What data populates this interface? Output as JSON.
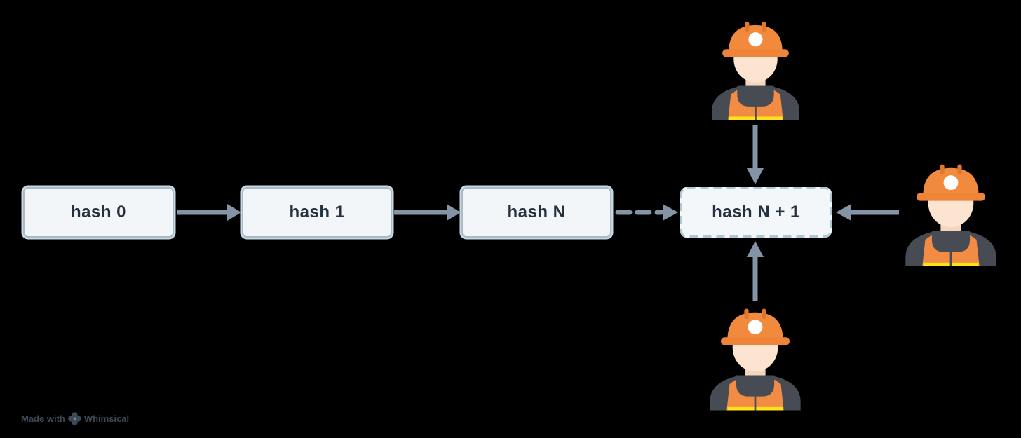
{
  "title": "Blockchain hash chain mining diagram",
  "background": "#000000",
  "boxes": [
    {
      "id": "hash-0",
      "label": "hash 0",
      "border_style": "solid"
    },
    {
      "id": "hash-1",
      "label": "hash 1",
      "border_style": "solid"
    },
    {
      "id": "hash-n",
      "label": "hash N",
      "border_style": "solid"
    },
    {
      "id": "hash-n-plus-1",
      "label": "hash N + 1",
      "border_style": "dashed"
    }
  ],
  "connectors": [
    {
      "from": "hash-0",
      "to": "hash-1",
      "style": "solid",
      "direction": "right"
    },
    {
      "from": "hash-1",
      "to": "hash-n",
      "style": "solid",
      "direction": "right"
    },
    {
      "from": "hash-n",
      "to": "hash-n-plus-1",
      "style": "dashed",
      "direction": "right"
    },
    {
      "from": "miner-top",
      "to": "hash-n-plus-1",
      "style": "solid",
      "direction": "down"
    },
    {
      "from": "miner-bottom",
      "to": "hash-n-plus-1",
      "style": "solid",
      "direction": "up"
    },
    {
      "from": "miner-right",
      "to": "hash-n-plus-1",
      "style": "solid",
      "direction": "left"
    }
  ],
  "icons": [
    {
      "id": "miner-top",
      "name": "miner-worker-icon"
    },
    {
      "id": "miner-right",
      "name": "miner-worker-icon"
    },
    {
      "id": "miner-bottom",
      "name": "miner-worker-icon"
    }
  ],
  "watermark": {
    "made_with": "Made with",
    "brand": "Whimsical",
    "logo": "whimsical-flower-logo"
  },
  "colors": {
    "arrow": "#8493a5",
    "box_fill": "#f3f6f8",
    "box_border": "#aeb9c3",
    "box_glow": "#d5eaf5",
    "dashed_border": "#abc8d7",
    "box_text": "#25313f",
    "hat_orange": "#f18a3d",
    "hat_brim_orange": "#ef8338",
    "hat_notch_orange": "#e1772e",
    "vest_orange": "#f28c44",
    "skin": "#fce4d1",
    "neck_skin": "#f4d5bd",
    "torso_dark": "#474c54",
    "trim_yellow": "#ffe11a",
    "lamp_white": "#ffffff",
    "watermark_text": "#3d4b59"
  }
}
